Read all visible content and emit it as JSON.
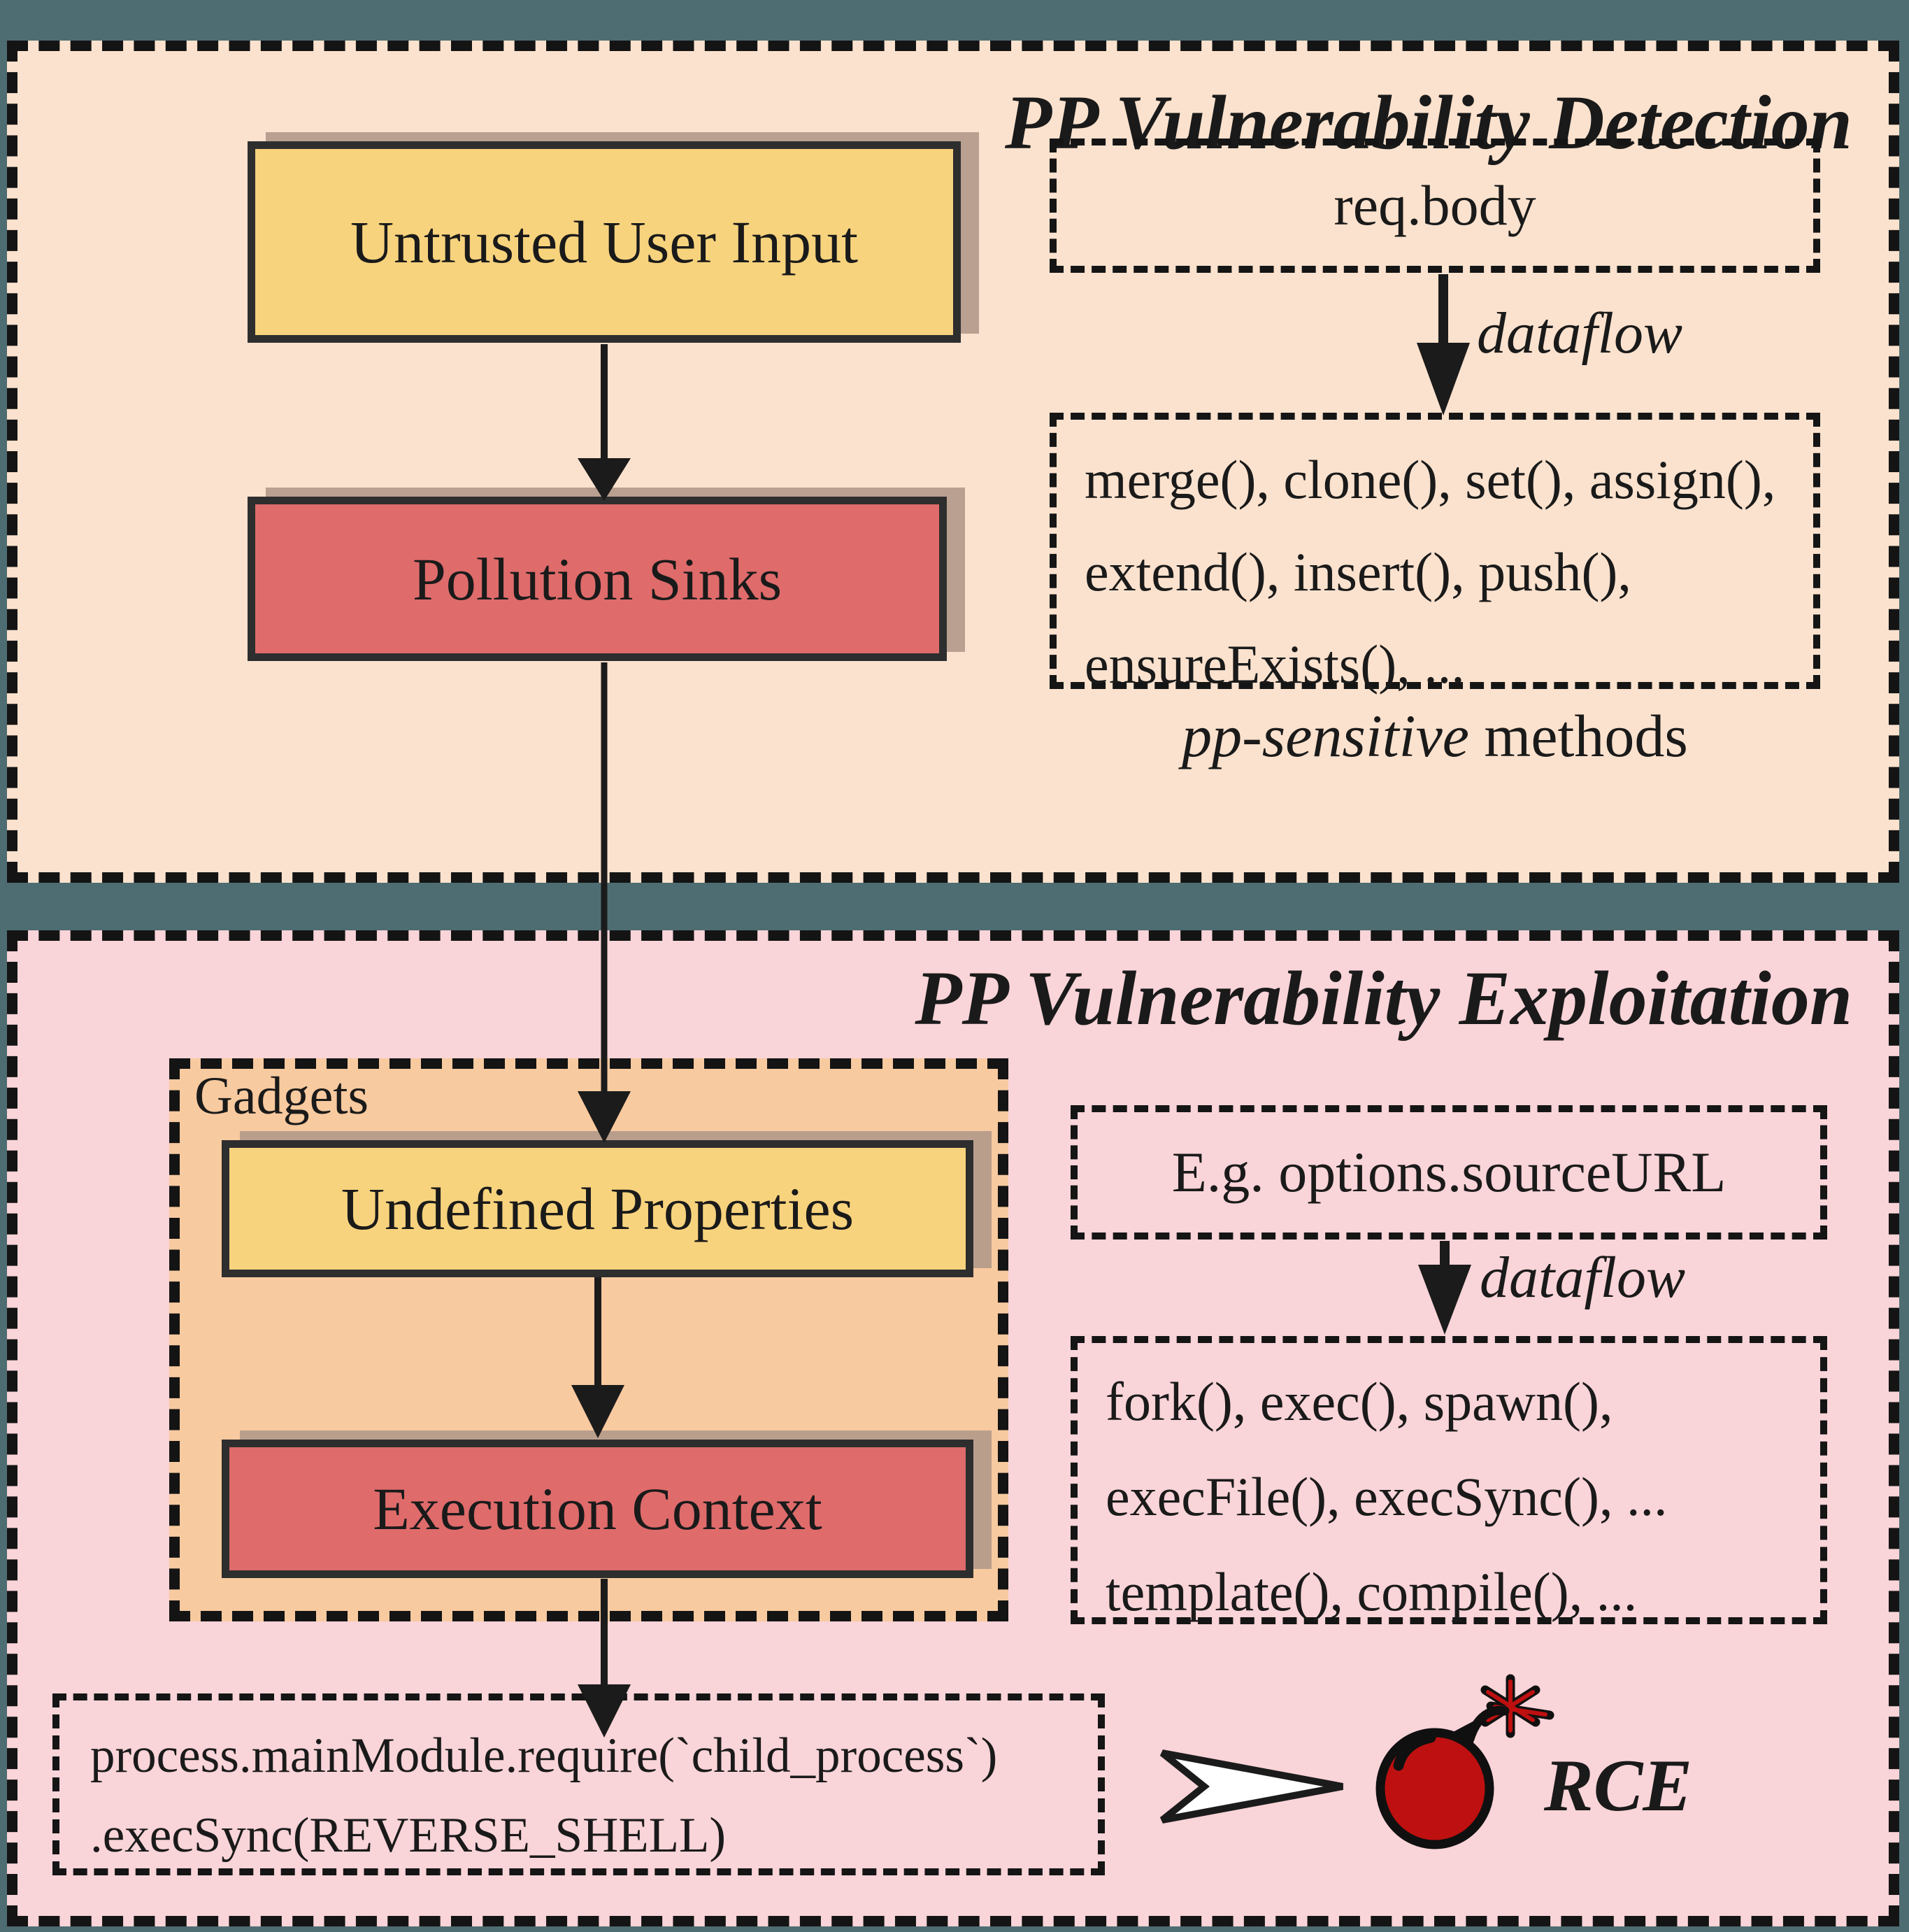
{
  "colors": {
    "background": "#4E6D72",
    "detection_bg": "#FBE2CE",
    "exploitation_bg": "#F9D4D8",
    "gadgets_bg": "#F8CA9F",
    "source_box_fill": "#F8D37D",
    "sink_box_fill": "#DF6B6B",
    "box_border": "#2E2E2E",
    "shadow": "#B3998A",
    "bomb_red": "#BE1010",
    "arrow_black": "#1B1B1B",
    "white_arrow_fill": "#FFFFFF"
  },
  "detection": {
    "title": "PP Vulnerability Detection",
    "source_box": "Untrusted User Input",
    "sink_box": "Pollution Sinks",
    "example_source": "req.body",
    "dataflow_label": "dataflow",
    "methods_lines": [
      "merge(), clone(), set(), assign(),",
      "extend(), insert(), push(),",
      "ensureExists(), ..."
    ],
    "methods_caption_italic": "pp-sensitive",
    "methods_caption_rest": " methods"
  },
  "exploitation": {
    "title": "PP Vulnerability Exploitation",
    "gadgets_label": "Gadgets",
    "gadget_box_top": "Undefined Properties",
    "gadget_box_bottom": "Execution Context",
    "example_source": "E.g. options.sourceURL",
    "dataflow_label": "dataflow",
    "methods_lines": [
      "fork(), exec(), spawn(),",
      "execFile(), execSync(), ...",
      "template(), compile(), ..."
    ],
    "payload_lines": [
      "process.mainModule.require(`child_process`)",
      ".execSync(REVERSE_SHELL)"
    ],
    "rce_label": "RCE"
  }
}
